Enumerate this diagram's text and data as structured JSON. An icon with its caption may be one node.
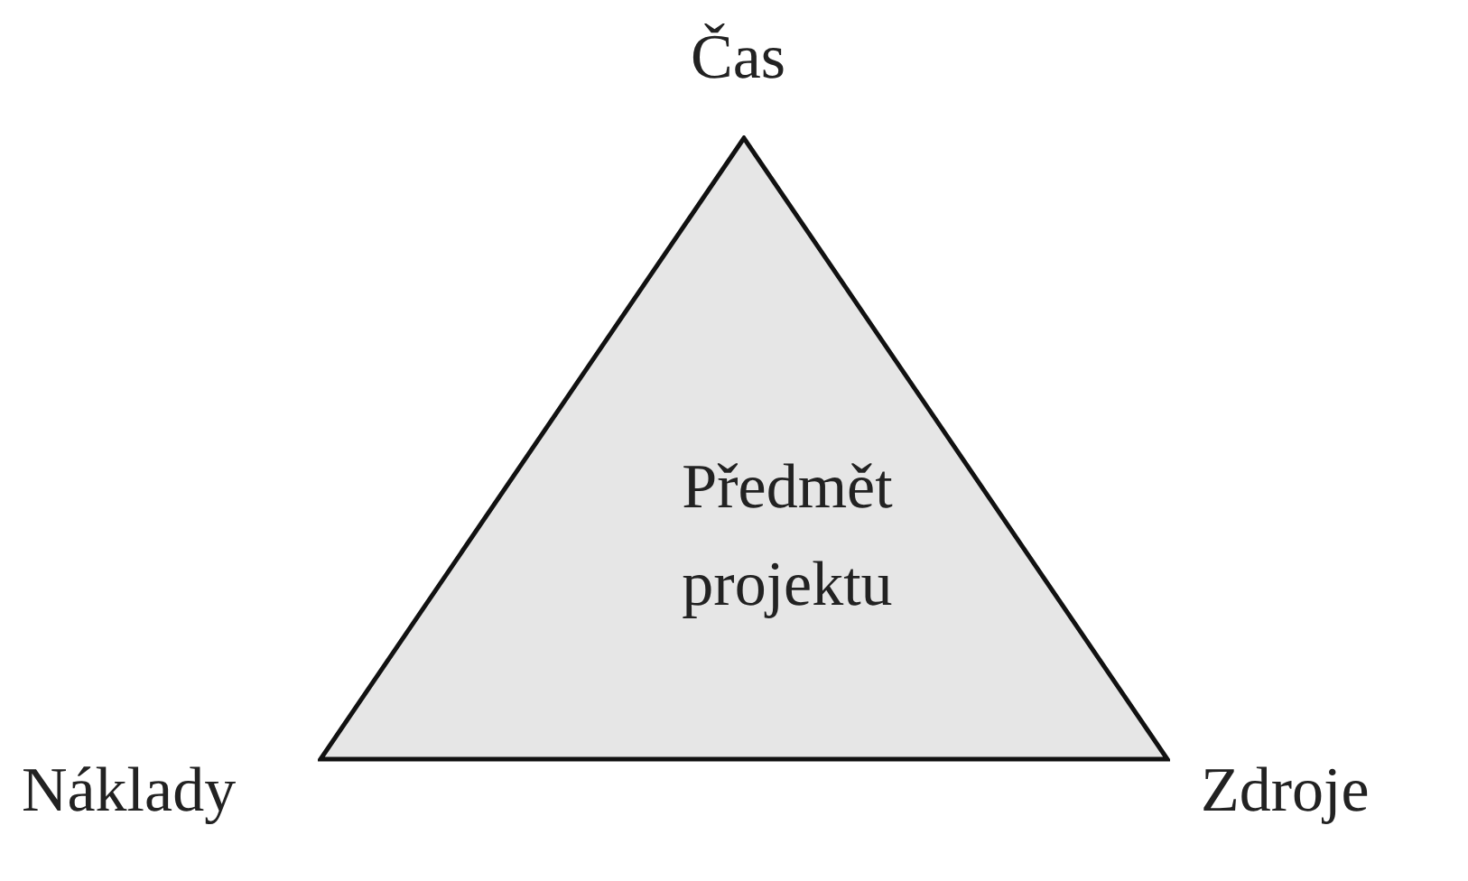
{
  "diagram": {
    "nodes": [
      {
        "text": [
          "Předmět projektu"
        ]
      }
    ],
    "labels": [
      "Čas",
      "Náklady",
      "Zdroje"
    ]
  }
}
